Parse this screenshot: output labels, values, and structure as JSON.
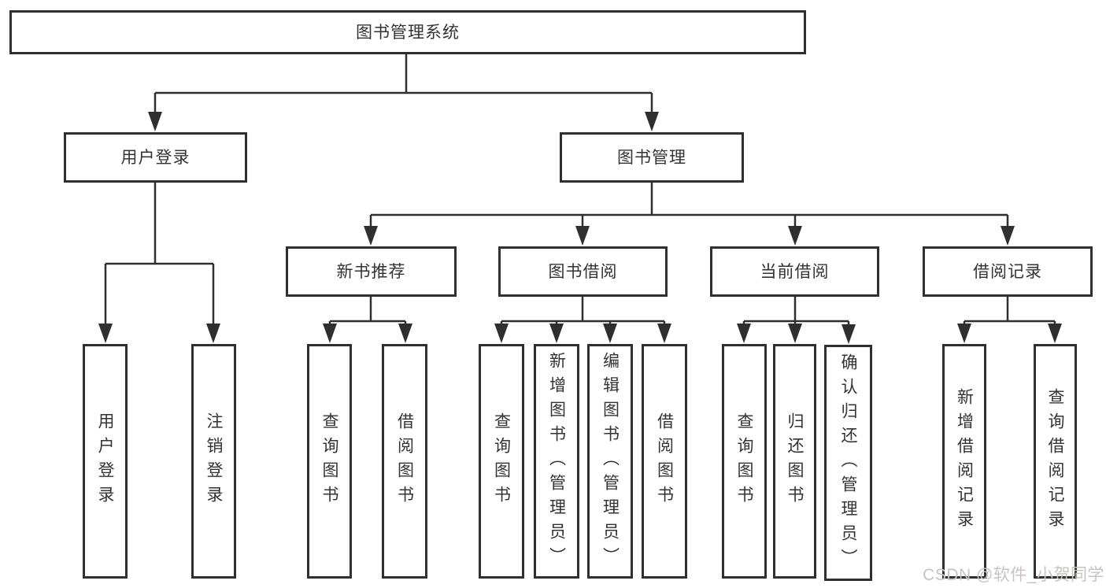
{
  "diagram_title": "图书管理系统",
  "colors": {
    "line": "#2f2f2f",
    "text": "#333333",
    "box_background": "#ffffff",
    "watermark": "#c9c2c2"
  },
  "watermark": {
    "text": "CSDN @软件_小贺同学"
  },
  "tree": {
    "root": {
      "label": "图书管理系统"
    },
    "children": [
      {
        "label": "用户登录",
        "children": [
          {
            "label": "用户登录"
          },
          {
            "label": "注销登录"
          }
        ]
      },
      {
        "label": "图书管理",
        "children": [
          {
            "label": "新书推荐",
            "children": [
              {
                "label": "查询图书"
              },
              {
                "label": "借阅图书"
              }
            ]
          },
          {
            "label": "图书借阅",
            "children": [
              {
                "label": "查询图书"
              },
              {
                "label": "新增图书（管理员）"
              },
              {
                "label": "编辑图书（管理员）"
              },
              {
                "label": "借阅图书"
              }
            ]
          },
          {
            "label": "当前借阅",
            "children": [
              {
                "label": "查询图书"
              },
              {
                "label": "归还图书"
              },
              {
                "label": "确认归还（管理员）"
              }
            ]
          },
          {
            "label": "借阅记录",
            "children": [
              {
                "label": "新增借阅记录"
              },
              {
                "label": "查询借阅记录"
              }
            ]
          }
        ]
      }
    ]
  }
}
